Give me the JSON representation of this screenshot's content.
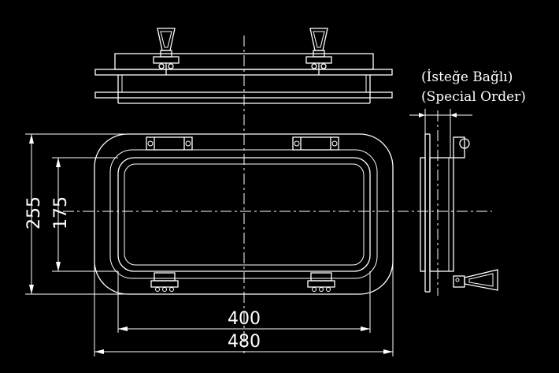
{
  "drawing": {
    "background": "#000000",
    "line_color": "#ffffff",
    "dimensions": {
      "overall_width": "480",
      "inner_width": "400",
      "overall_height": "255",
      "inner_height": "175"
    },
    "note": {
      "line1": "(İsteğe Bağlı)",
      "line2": "(Special Order)"
    }
  }
}
